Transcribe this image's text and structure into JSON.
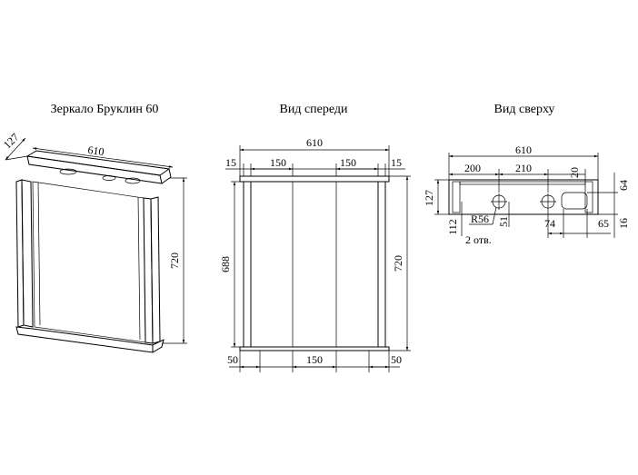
{
  "titles": {
    "iso": "Зеркало Бруклин 60",
    "front": "Вид спереди",
    "top": "Вид сверху"
  },
  "iso": {
    "depth": "127",
    "width": "610",
    "height": "720"
  },
  "front": {
    "width": "610",
    "side_left": "15",
    "shelf_left": "150",
    "shelf_right": "150",
    "side_right": "15",
    "inner_height": "688",
    "height": "720",
    "leg_left": "50",
    "bottom_mid": "150",
    "leg_right": "50"
  },
  "top": {
    "width": "610",
    "offset_left": "200",
    "spacing": "210",
    "right_gap": "20",
    "depth": "127",
    "hole_offset": "112",
    "radius": "R56",
    "holes": "2 отв.",
    "hole_y": "51",
    "hole_to_cut": "74",
    "cut_depth": "64",
    "cut_width": "65",
    "edge": "16"
  }
}
